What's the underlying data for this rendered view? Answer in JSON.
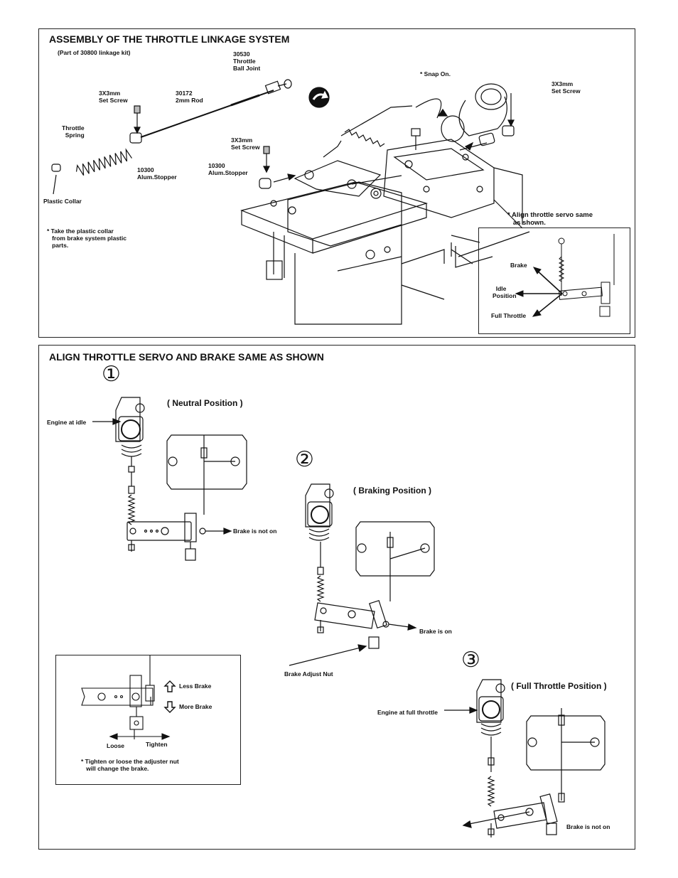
{
  "top": {
    "title": "ASSEMBLY OF THE THROTTLE LINKAGE SYSTEM",
    "kit_note": "(Part of 30800 linkage kit)",
    "ball_joint": "30530\nThrottle\nBall Joint",
    "snap_on": "* Snap On.",
    "set_screw_right": "3X3mm\nSet Screw",
    "set_screw_left": "3X3mm\nSet Screw",
    "rod": "30172\n2mm Rod",
    "throttle_spring": "Throttle\n  Spring",
    "stopper_left": "10300\nAlum.Stopper",
    "set_screw_mid": "3X3mm\nSet Screw",
    "stopper_mid": "10300\nAlum.Stopper",
    "plastic_collar": "Plastic Collar",
    "collar_note": "* Take the plastic collar\n   from brake system plastic\n   parts.",
    "align_note": "* Align throttle servo same\n   as shown.",
    "inset": {
      "brake": "Brake",
      "idle": "  Idle\nPosition",
      "full_throttle": "Full Throttle"
    }
  },
  "bottom": {
    "title": "ALIGN THROTTLE SERVO AND BRAKE SAME AS SHOWN",
    "step1": {
      "number": "①",
      "position": "( Neutral Position )",
      "engine_label": "Engine at idle",
      "brake_label": "Brake is not on"
    },
    "step2": {
      "number": "②",
      "position": "( Braking Position )",
      "brake_label": "Brake is on",
      "adjust_nut": "Brake Adjust Nut"
    },
    "step3": {
      "number": "③",
      "position": "( Full Throttle Position )",
      "engine_label": "Engine at full throttle",
      "brake_label": "Brake is not on"
    },
    "inset": {
      "less_brake": "Less Brake",
      "more_brake": "More Brake",
      "loose": "Loose",
      "tighten": "Tighten",
      "note": "* Tighten or loose the adjuster nut\n   will change the brake."
    }
  }
}
